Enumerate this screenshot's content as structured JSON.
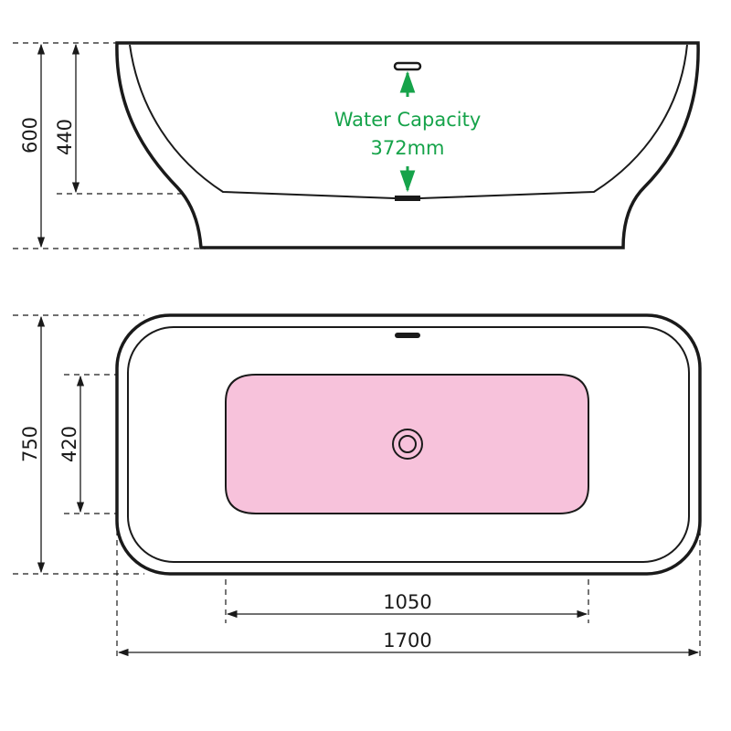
{
  "side_view": {
    "overall_height": "600",
    "water_depth": "440",
    "capacity_label": "Water Capacity",
    "capacity_value": "372mm"
  },
  "top_view": {
    "overall_width": "750",
    "basin_width": "420",
    "basin_length": "1050",
    "overall_length": "1700"
  },
  "colors": {
    "line": "#1a1a1a",
    "accent_green": "#16a34a",
    "basin_pink": "#f7c2db"
  }
}
